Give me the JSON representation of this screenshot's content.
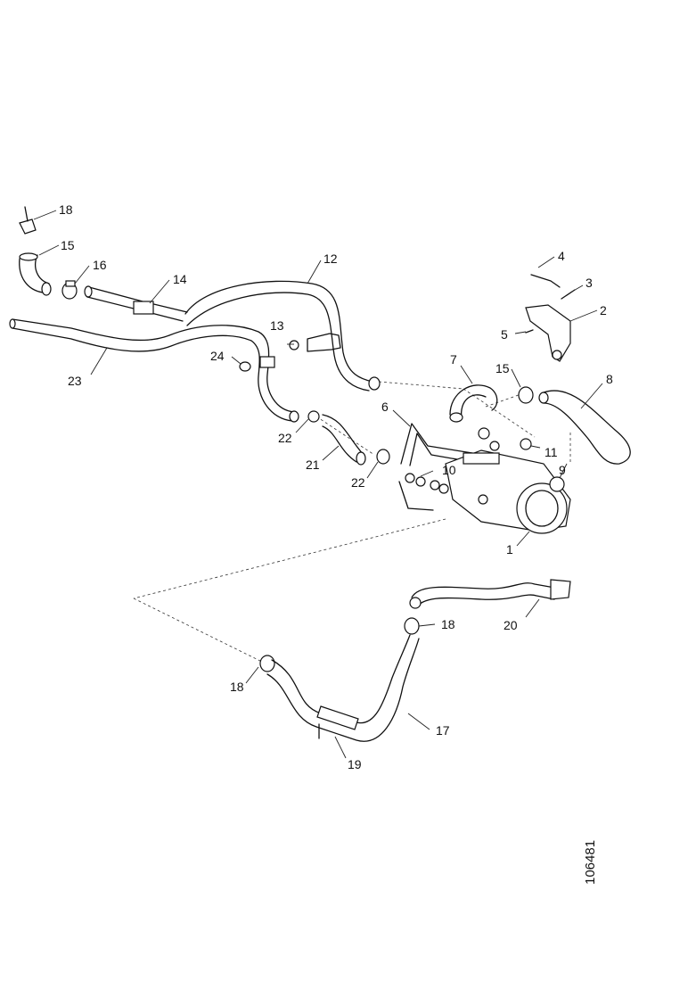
{
  "diagram": {
    "callouts": [
      "18",
      "15",
      "16",
      "14",
      "12",
      "4",
      "3",
      "2",
      "5",
      "13",
      "24",
      "23",
      "7",
      "15",
      "8",
      "6",
      "22",
      "21",
      "22",
      "10",
      "11",
      "9",
      "1",
      "20",
      "18",
      "18",
      "17",
      "19"
    ],
    "document_number": "106481"
  }
}
